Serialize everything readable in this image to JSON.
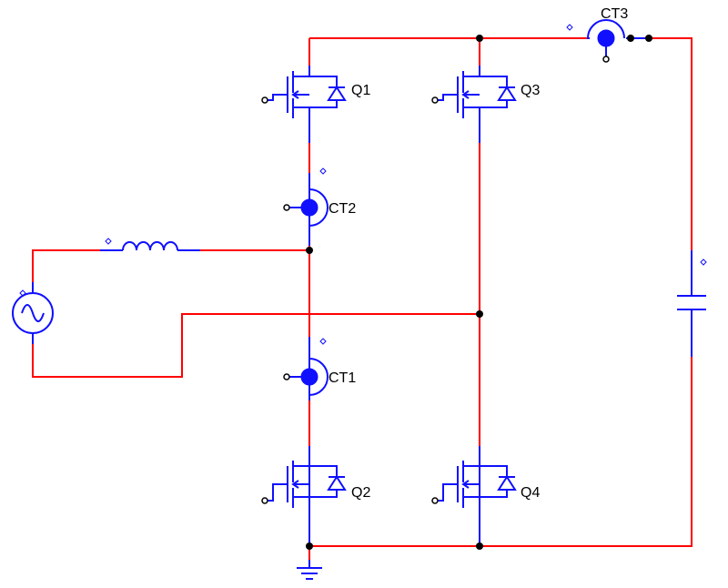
{
  "labels": {
    "q1": "Q1",
    "q2": "Q2",
    "q3": "Q3",
    "q4": "Q4",
    "ct1": "CT1",
    "ct2": "CT2",
    "ct3": "CT3"
  },
  "colors": {
    "wire": "#ff0000",
    "component": "#1010ff",
    "junction": "#000000",
    "background": "#ffffff"
  }
}
